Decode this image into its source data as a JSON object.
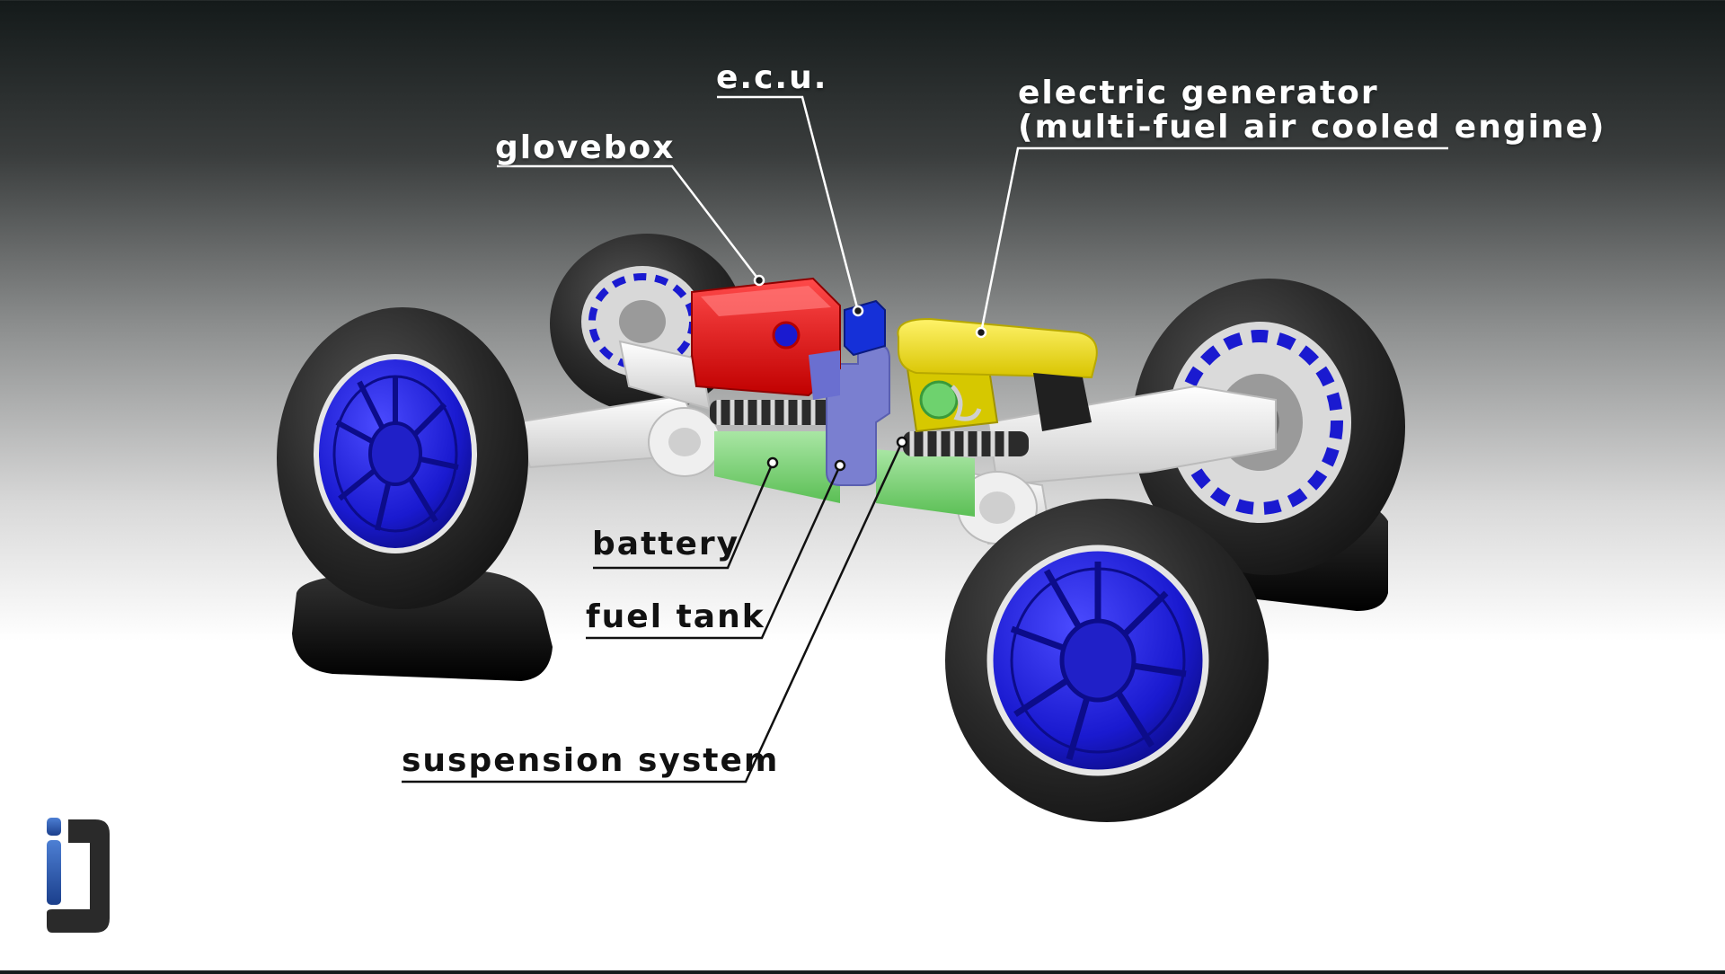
{
  "labels": {
    "glovebox": "glovebox",
    "ecu": "e.c.u.",
    "generator_line1": "electric generator",
    "generator_line2": "(multi-fuel air cooled engine)",
    "battery": "battery",
    "fuel_tank": "fuel tank",
    "suspension": "suspension system"
  },
  "colors": {
    "glovebox": "#e01010",
    "ecu": "#1530d8",
    "generator": "#f2e21a",
    "battery": "#7fd17a",
    "fuel_tank": "#7a7fd0",
    "rim": "#1a1ad0",
    "tire": "#2b2b2b",
    "frame": "#f2f2f2",
    "stand": "#0c0c0c"
  },
  "logo": {
    "name": "iD-logo",
    "accent": "#1f4fa8",
    "body": "#2a2a2a"
  }
}
